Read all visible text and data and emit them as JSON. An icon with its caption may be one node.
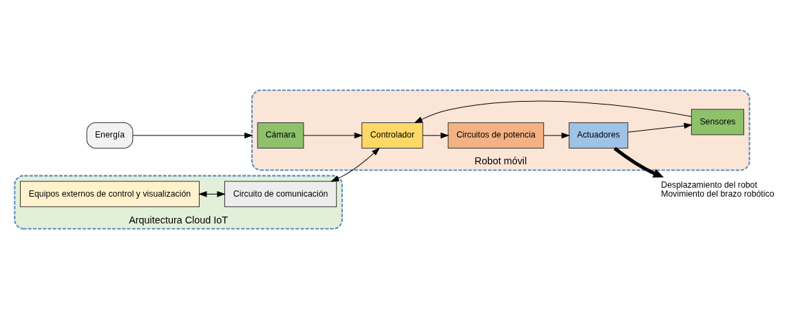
{
  "diagram": {
    "nodes": [
      {
        "text": [
          "Energía"
        ]
      },
      {
        "text": [
          "Arquitectura Cloud IoT"
        ]
      },
      {
        "text": [
          "Equipos externos de control y visualización"
        ],
        "in": 1
      },
      {
        "text": [
          "Circuito de comunicación"
        ],
        "in": 1
      },
      {
        "text": [
          "Robot móvil"
        ]
      },
      {
        "text": [
          "Cámara"
        ],
        "in": 4
      },
      {
        "text": [
          "Controlador"
        ],
        "in": 4
      },
      {
        "text": [
          "Circuitos de potencia"
        ],
        "in": 4
      },
      {
        "text": [
          "Actuadores"
        ],
        "in": 4
      },
      {
        "text": [
          "Sensores"
        ],
        "in": 4
      },
      {
        "text": [
          "Desplazamiento del robot",
          "Movimiento del brazo robótico"
        ]
      }
    ],
    "edges": [
      {
        "from": 0,
        "to": 4,
        "arrow": "to"
      },
      {
        "from": 2,
        "to": 3,
        "arrow": "both"
      },
      {
        "from": 3,
        "to": 6,
        "arrow": "both"
      },
      {
        "from": 5,
        "to": 6,
        "arrow": "to"
      },
      {
        "from": 6,
        "to": 7,
        "arrow": "to"
      },
      {
        "from": 7,
        "to": 8,
        "arrow": "to"
      },
      {
        "from": 8,
        "to": 9,
        "arrow": "to"
      },
      {
        "from": 9,
        "to": 6,
        "arrow": "to"
      },
      {
        "from": 8,
        "to": 10,
        "arrow": "to",
        "style": "thick"
      }
    ]
  }
}
